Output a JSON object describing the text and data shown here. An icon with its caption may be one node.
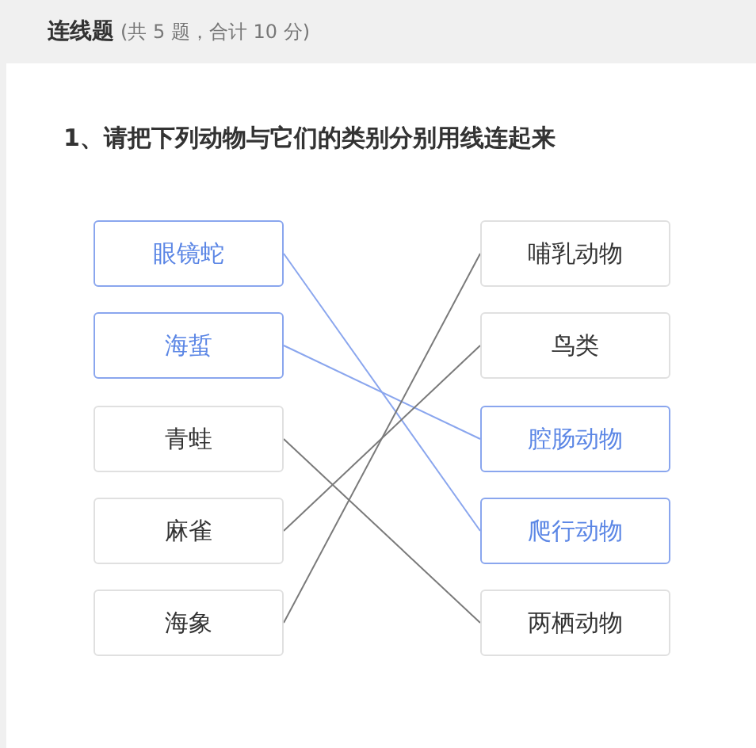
{
  "diagram": {
    "title": "连线题",
    "nodes": [
      {
        "text": [
          "眼镜蛇"
        ]
      },
      {
        "text": [
          "海蜇"
        ]
      },
      {
        "text": [
          "青蛙"
        ]
      },
      {
        "text": [
          "麻雀"
        ]
      },
      {
        "text": [
          "海象"
        ]
      },
      {
        "text": [
          "哺乳动物"
        ]
      },
      {
        "text": [
          "鸟类"
        ]
      },
      {
        "text": [
          "腔肠动物"
        ]
      },
      {
        "text": [
          "爬行动物"
        ]
      },
      {
        "text": [
          "两栖动物"
        ]
      }
    ],
    "edges": [
      {
        "from": 0,
        "to": 8,
        "arrow": "none",
        "color": "#8aa6ee"
      },
      {
        "from": 1,
        "to": 7,
        "arrow": "none",
        "color": "#8aa6ee"
      },
      {
        "from": 2,
        "to": 9,
        "arrow": "none"
      },
      {
        "from": 3,
        "to": 6,
        "arrow": "none"
      },
      {
        "from": 4,
        "to": 5,
        "arrow": "none"
      }
    ],
    "labels": [
      "(共 5 题，合计 10 分)",
      "1、请把下列动物与它们的类别分别用线连起来"
    ]
  }
}
